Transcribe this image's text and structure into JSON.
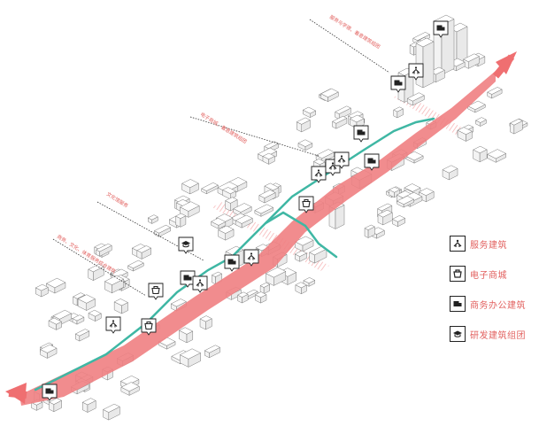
{
  "legend": {
    "items": [
      {
        "icon": "service-building-icon",
        "label": "服务建筑"
      },
      {
        "icon": "electronics-mall-icon",
        "label": "电子商城"
      },
      {
        "icon": "office-building-icon",
        "label": "商务办公建筑"
      },
      {
        "icon": "research-cluster-icon",
        "label": "研发建筑组团"
      }
    ]
  },
  "leaders": [
    {
      "label": "服务与学德、着意建筑组团"
    },
    {
      "label": "电子商城、着意建筑组团"
    },
    {
      "label": "文化馆服务"
    },
    {
      "label": "商务、文化、体育服务综合建筑"
    }
  ],
  "colors": {
    "corridor": "#f08082",
    "corridor_arrow": "#ef6f71",
    "green_route": "#3fb7a4",
    "hatch": "#f6b6b7",
    "legend_text": "#e2615f",
    "building_stroke": "#7a7a7a"
  }
}
